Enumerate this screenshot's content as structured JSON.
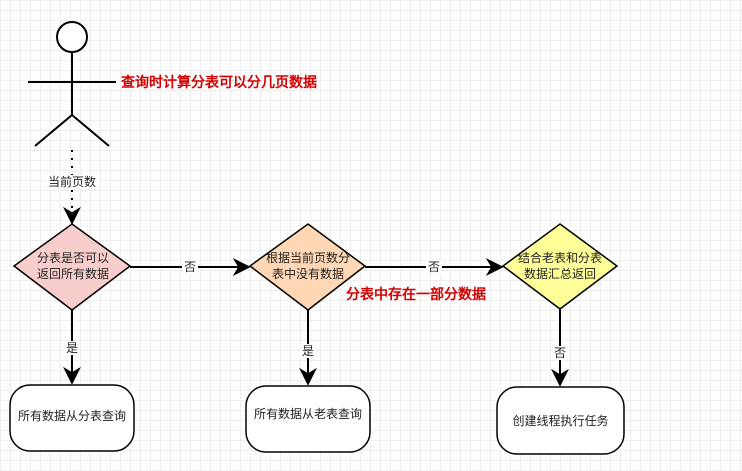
{
  "actor_note": "查询时计算分表可以分几页数据",
  "partial_note": "分表中存在一部分数据",
  "edge_current_page": "当前页数",
  "decision1": "分表是否可以返回所有数据",
  "decision2": "根据当前页数分表中没有数据",
  "decision3": "结合老表和分表数据汇总返回",
  "edge_d1_d2": "否",
  "edge_d2_d3": "否",
  "edge_d1_down": "是",
  "edge_d2_down": "是",
  "edge_d3_down": "否",
  "end1": "所有数据从分表查询",
  "end2": "所有数据从老表查询",
  "end3": "创建线程执行任务",
  "colors": {
    "decision1_fill": "#f8cecc",
    "decision2_fill": "#ffd7b5",
    "decision3_fill": "#ffff99",
    "note_red": "#d40000",
    "stroke": "#000000"
  }
}
